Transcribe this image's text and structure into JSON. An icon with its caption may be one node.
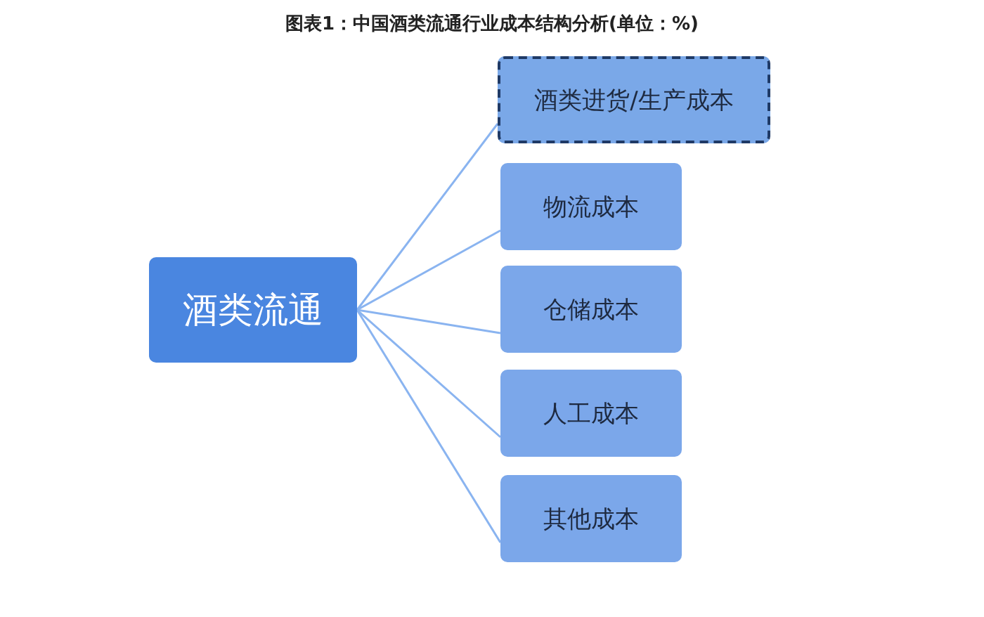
{
  "diagram": {
    "title": "图表1：中国酒类流通行业成本结构分析(单位：%)",
    "nodes": [
      {
        "text": [
          "酒类流通"
        ]
      },
      {
        "text": [
          "酒类进货/生产成本"
        ]
      },
      {
        "text": [
          "物流成本"
        ]
      },
      {
        "text": [
          "仓储成本"
        ]
      },
      {
        "text": [
          "人工成本"
        ]
      },
      {
        "text": [
          "其他成本"
        ]
      }
    ],
    "edges": [
      {
        "from": 0,
        "to": 1,
        "arrow": "none"
      },
      {
        "from": 0,
        "to": 2,
        "arrow": "none"
      },
      {
        "from": 0,
        "to": 3,
        "arrow": "none"
      },
      {
        "from": 0,
        "to": 4,
        "arrow": "none"
      },
      {
        "from": 0,
        "to": 5,
        "arrow": "none"
      }
    ]
  }
}
